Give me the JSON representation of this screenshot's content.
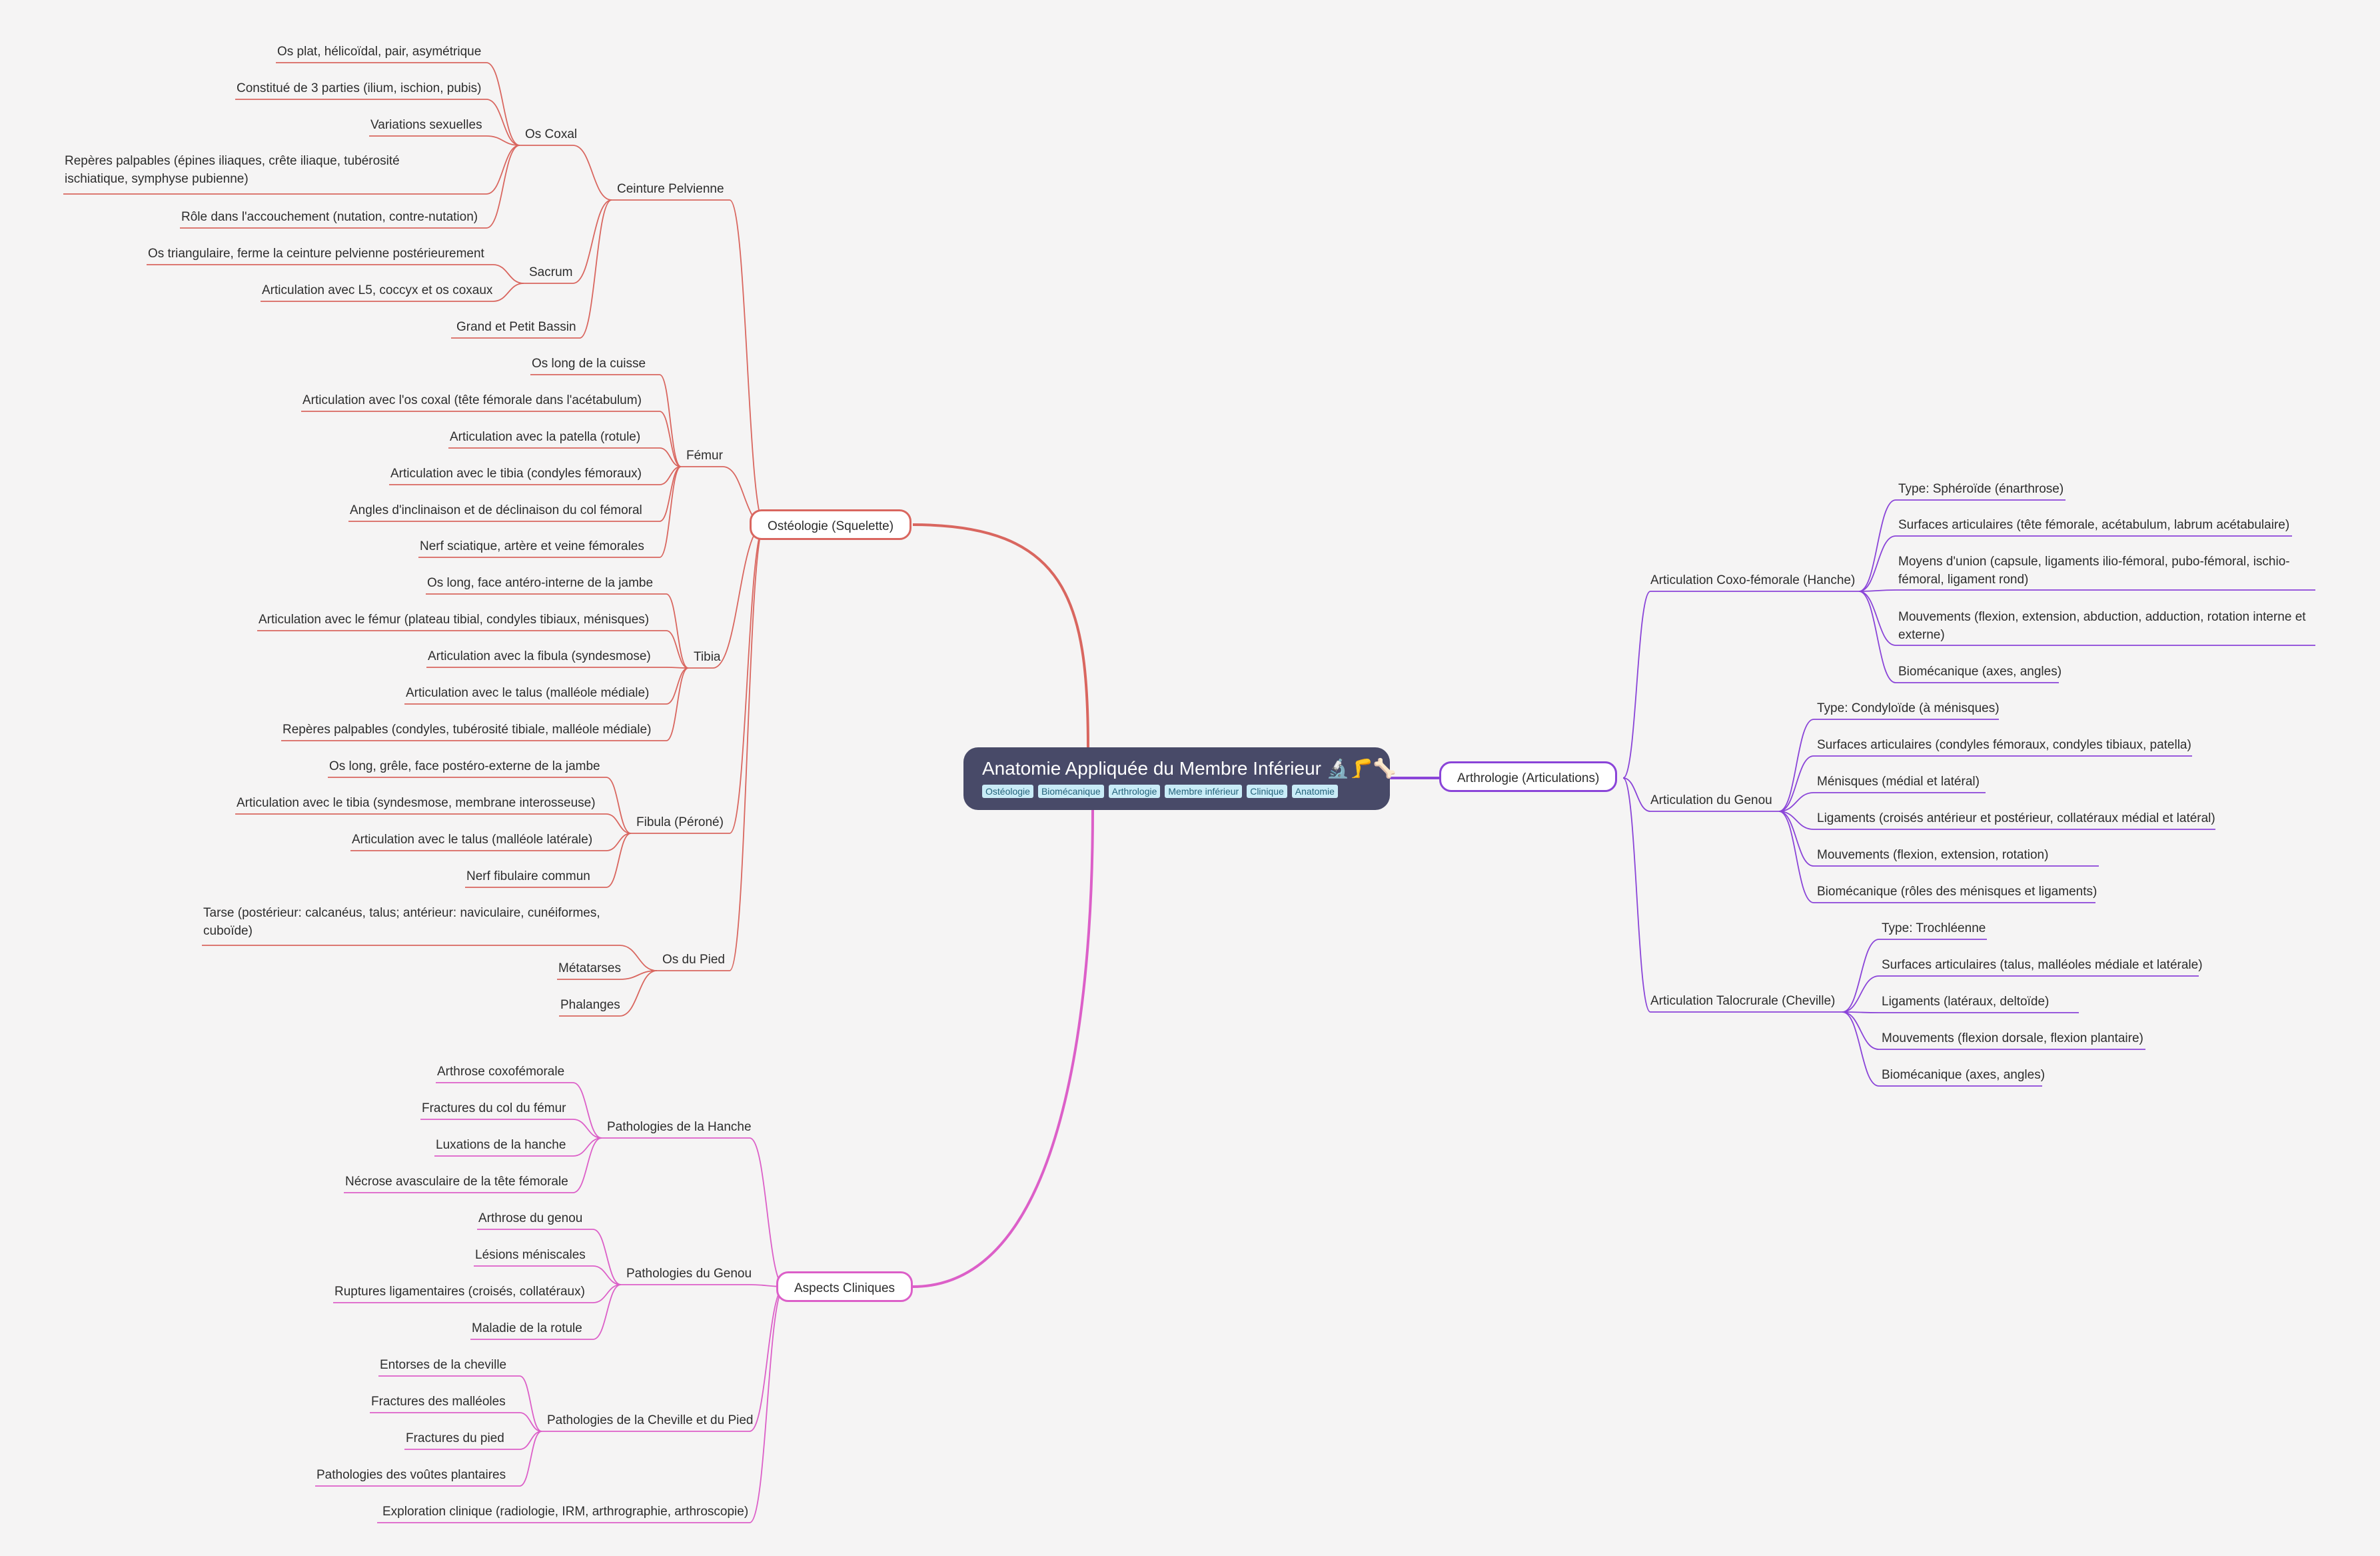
{
  "central": {
    "title": "Anatomie Appliquée du Membre Inférieur 🔬🦵🦴",
    "tags": [
      "Ostéologie",
      "Biomécanique",
      "Arthrologie",
      "Membre inférieur",
      "Clinique",
      "Anatomie"
    ]
  },
  "colors": {
    "osteologie": "#d9665f",
    "arthrologie": "#8a44d8",
    "cliniques": "#dc5fc8",
    "central_bg": "#484a68",
    "tag_bg": "#c9ecf7",
    "background": "#f5f4f4"
  },
  "branches": {
    "osteologie": {
      "label": "Ostéologie (Squelette)",
      "groups": {
        "ceinture": {
          "label": "Ceinture Pelvienne",
          "coxal": {
            "label": "Os Coxal",
            "items": [
              "Os plat, hélicoïdal, pair, asymétrique",
              "Constitué de 3 parties (ilium, ischion, pubis)",
              "Variations sexuelles",
              "Repères palpables (épines iliaques, crête iliaque, tubérosité ischiatique, symphyse pubienne)",
              "Rôle dans l'accouchement (nutation, contre-nutation)"
            ]
          },
          "sacrum": {
            "label": "Sacrum",
            "items": [
              "Os triangulaire, ferme la ceinture pelvienne postérieurement",
              "Articulation avec L5, coccyx et os coxaux"
            ]
          },
          "bassin": "Grand et Petit Bassin"
        },
        "femur": {
          "label": "Fémur",
          "items": [
            "Os long de la cuisse",
            "Articulation avec l'os coxal (tête fémorale dans l'acétabulum)",
            "Articulation avec la patella (rotule)",
            "Articulation avec le tibia (condyles fémoraux)",
            "Angles d'inclinaison et de déclinaison du col fémoral",
            "Nerf sciatique, artère et veine fémorales"
          ]
        },
        "tibia": {
          "label": "Tibia",
          "items": [
            "Os long, face antéro-interne de la jambe",
            "Articulation avec le fémur (plateau tibial, condyles tibiaux, ménisques)",
            "Articulation avec la fibula (syndesmose)",
            "Articulation avec le talus (malléole médiale)",
            "Repères palpables (condyles, tubérosité tibiale, malléole médiale)"
          ]
        },
        "fibula": {
          "label": "Fibula (Péroné)",
          "items": [
            "Os long, grêle, face postéro-externe de la jambe",
            "Articulation avec le tibia (syndesmose, membrane interosseuse)",
            "Articulation avec le talus (malléole latérale)",
            "Nerf fibulaire commun"
          ]
        },
        "pied": {
          "label": "Os du Pied",
          "items": [
            "Tarse (postérieur: calcanéus, talus; antérieur: naviculaire, cunéiformes, cuboïde)",
            "Métatarses",
            "Phalanges"
          ]
        }
      }
    },
    "arthrologie": {
      "label": "Arthrologie (Articulations)",
      "groups": {
        "hanche": {
          "label": "Articulation Coxo-fémorale (Hanche)",
          "items": [
            "Type: Sphéroïde (énarthrose)",
            "Surfaces articulaires (tête fémorale, acétabulum, labrum acétabulaire)",
            "Moyens d'union (capsule, ligaments ilio-fémoral, pubo-fémoral, ischio-fémoral, ligament rond)",
            "Mouvements (flexion, extension, abduction, adduction, rotation interne et externe)",
            "Biomécanique (axes, angles)"
          ]
        },
        "genou": {
          "label": "Articulation du Genou",
          "items": [
            "Type: Condyloïde (à ménisques)",
            "Surfaces articulaires (condyles fémoraux, condyles tibiaux, patella)",
            "Ménisques (médial et latéral)",
            "Ligaments (croisés antérieur et postérieur, collatéraux médial et latéral)",
            "Mouvements (flexion, extension, rotation)",
            "Biomécanique (rôles des ménisques et ligaments)"
          ]
        },
        "cheville": {
          "label": "Articulation Talocrurale (Cheville)",
          "items": [
            "Type: Trochléenne",
            "Surfaces articulaires (talus, malléoles médiale et latérale)",
            "Ligaments (latéraux, deltoïde)",
            "Mouvements (flexion dorsale, flexion plantaire)",
            "Biomécanique (axes, angles)"
          ]
        }
      }
    },
    "cliniques": {
      "label": "Aspects Cliniques",
      "groups": {
        "hanche": {
          "label": "Pathologies de la Hanche",
          "items": [
            "Arthrose coxofémorale",
            "Fractures du col du fémur",
            "Luxations de la hanche",
            "Nécrose avasculaire de la tête fémorale"
          ]
        },
        "genou": {
          "label": "Pathologies du Genou",
          "items": [
            "Arthrose du genou",
            "Lésions méniscales",
            "Ruptures ligamentaires (croisés, collatéraux)",
            "Maladie de la rotule"
          ]
        },
        "cheville": {
          "label": "Pathologies de la Cheville et du Pied",
          "items": [
            "Entorses de la cheville",
            "Fractures des malléoles",
            "Fractures du pied",
            "Pathologies des voûtes plantaires"
          ]
        },
        "exploration": "Exploration clinique (radiologie, IRM, arthrographie, arthroscopie)"
      }
    }
  }
}
